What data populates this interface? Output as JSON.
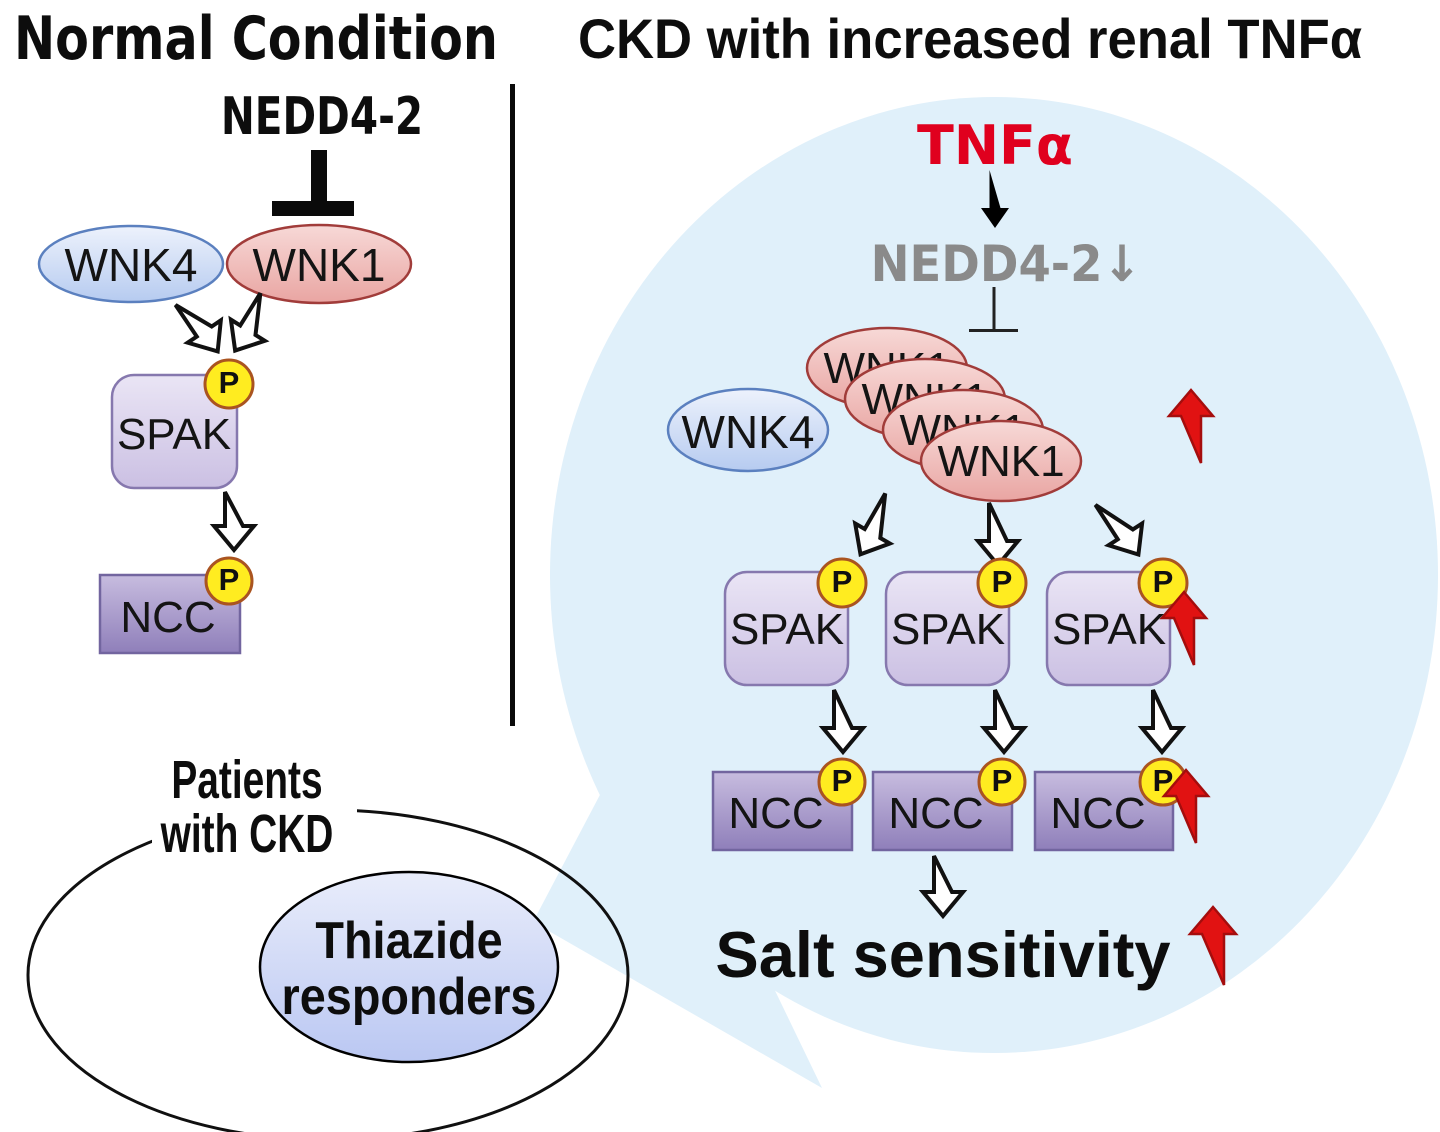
{
  "left_panel": {
    "title": "Normal Condition",
    "nedd4_label": "NEDD4-2",
    "wnk4_label": "WNK4",
    "wnk1_label": "WNK1",
    "spak_label": "SPAK",
    "ncc_label": "NCC",
    "phospho_label": "P"
  },
  "right_panel": {
    "title": "CKD with increased renal TNFα",
    "tnfa_label": "TNFα",
    "nedd4_down_label": "NEDD4-2↓",
    "wnk4_label": "WNK4",
    "wnk1_label": "WNK1",
    "spak_label": "SPAK",
    "ncc_label": "NCC",
    "phospho_label": "P",
    "salt_label": "Salt sensitivity"
  },
  "venn": {
    "outer_label_line1": "Patients",
    "outer_label_line2": "with CKD",
    "inner_label_line1": "Thiazide",
    "inner_label_line2": "responders"
  },
  "icons": {
    "inhibition_symbol": "t-bar-inhibition",
    "increase_arrow": "red-up-arrow",
    "flow_arrow": "white-down-arrow"
  },
  "colors": {
    "red-text": "#e0001e",
    "gray-text": "#8a8a8a",
    "blob-fill": "#e0f0fa",
    "red-arrow-fill": "#e11212",
    "red-arrow-border": "#a50d0d",
    "blue-ellipse-border": "#5b80bf",
    "pink-ellipse-border": "#a13c3a",
    "spak-border": "#8678ae",
    "ncc-border": "#72659f",
    "p-circle-fill": "#ffec20",
    "p-circle-border": "#aa5420"
  }
}
